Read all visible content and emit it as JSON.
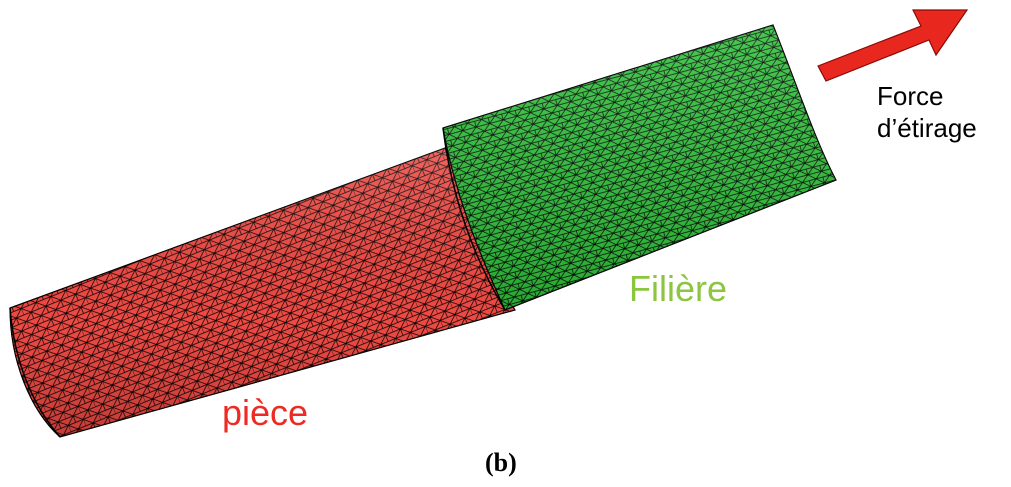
{
  "labels": {
    "piece": "pièce",
    "filiere": "Filière",
    "force_line1": "Force",
    "force_line2": "d’étirage",
    "caption": "(b)"
  },
  "colors": {
    "piece_fill": "#ee4a44",
    "piece_label": "#ee2a24",
    "filiere_fill": "#2fbf3a",
    "filiere_label": "#8cc63f",
    "arrow_fill": "#e8281e",
    "mesh": "#000000"
  },
  "icons": {
    "arrow": "force-arrow-icon"
  }
}
